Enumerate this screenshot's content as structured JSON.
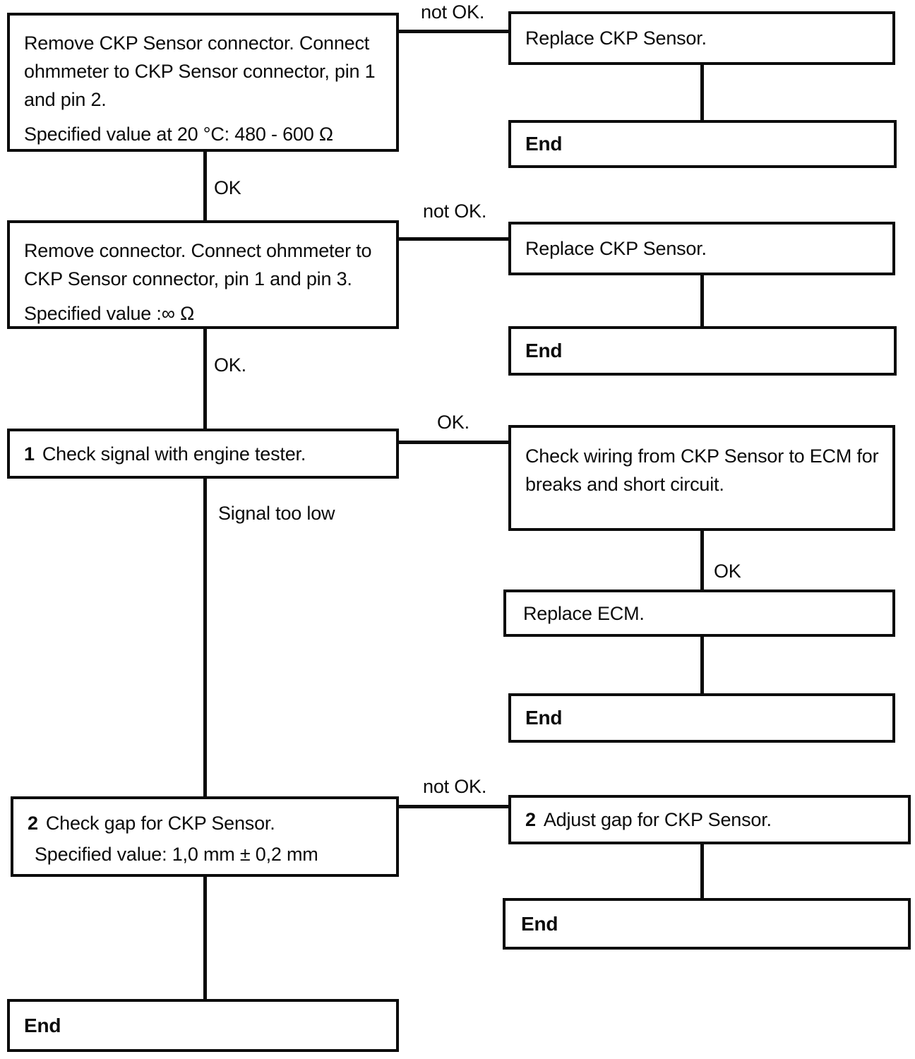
{
  "colors": {
    "ink": "#0b0b0b",
    "paper": "#ffffff"
  },
  "boxes": {
    "step1": {
      "lines": [
        "Remove CKP Sensor connector. Connect",
        "ohmmeter to CKP Sensor connector, pin 1",
        "and pin 2."
      ],
      "spec": "Specified value at 20 °C: 480 - 600 Ω"
    },
    "replace_ckp_1": "Replace CKP Sensor.",
    "end_1": "End",
    "step2": {
      "lines": [
        "Remove connector. Connect ohmmeter to",
        "CKP Sensor connector, pin 1 and pin 3."
      ],
      "spec": "Specified value :∞ Ω"
    },
    "replace_ckp_2": "Replace CKP Sensor.",
    "end_2": "End",
    "step3": {
      "num": "1",
      "text": "Check signal with engine tester."
    },
    "check_wiring": {
      "lines": [
        "Check wiring from CKP Sensor to ECM for",
        "breaks and short circuit."
      ]
    },
    "replace_ecm": "Replace ECM.",
    "end_3": "End",
    "step4": {
      "num": "2",
      "text": "Check gap for CKP Sensor.",
      "spec": "Specified value: 1,0 mm ± 0,2 mm"
    },
    "adjust_gap": {
      "num": "2",
      "text": "Adjust gap for CKP Sensor."
    },
    "end_4": "End",
    "end_5": "End"
  },
  "labels": {
    "not_ok_1": "not OK.",
    "ok_1": "OK",
    "not_ok_2": "not OK.",
    "ok_2": "OK.",
    "ok_3": "OK.",
    "signal_too_low": "Signal too low",
    "ok_wiring": "OK",
    "not_ok_4": "not OK."
  }
}
